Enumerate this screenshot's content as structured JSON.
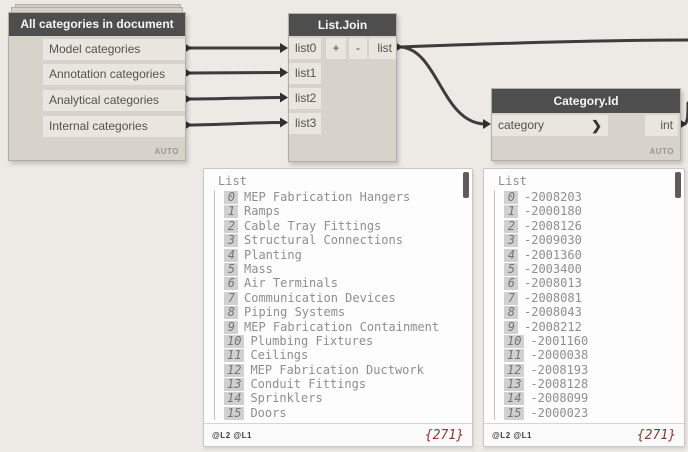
{
  "nodes": {
    "all_categories": {
      "title": "All categories in document",
      "outputs": [
        "Model categories",
        "Annotation categories",
        "Analytical categories",
        "Internal categories"
      ],
      "lacing": "AUTO"
    },
    "list_join": {
      "title": "List.Join",
      "inputs": [
        "list0",
        "list1",
        "list2",
        "list3"
      ],
      "add_button": "+",
      "remove_button": "-",
      "output": "list"
    },
    "category_id": {
      "title": "Category.Id",
      "input": "category",
      "chevron": "❯",
      "output": "int",
      "lacing": "AUTO"
    }
  },
  "previews": {
    "categories": {
      "root_label": "List",
      "items": [
        {
          "index": "0",
          "value": "MEP Fabrication Hangers"
        },
        {
          "index": "1",
          "value": "Ramps"
        },
        {
          "index": "2",
          "value": "Cable Tray Fittings"
        },
        {
          "index": "3",
          "value": "Structural Connections"
        },
        {
          "index": "4",
          "value": "Planting"
        },
        {
          "index": "5",
          "value": "Mass"
        },
        {
          "index": "6",
          "value": "Air Terminals"
        },
        {
          "index": "7",
          "value": "Communication Devices"
        },
        {
          "index": "8",
          "value": "Piping Systems"
        },
        {
          "index": "9",
          "value": "MEP Fabrication Containment"
        },
        {
          "index": "10",
          "value": "Plumbing Fixtures"
        },
        {
          "index": "11",
          "value": "Ceilings"
        },
        {
          "index": "12",
          "value": "MEP Fabrication Ductwork"
        },
        {
          "index": "13",
          "value": "Conduit Fittings"
        },
        {
          "index": "14",
          "value": "Sprinklers"
        },
        {
          "index": "15",
          "value": "Doors"
        }
      ],
      "levels": "@L2 @L1",
      "count": "{271}"
    },
    "ids": {
      "root_label": "List",
      "items": [
        {
          "index": "0",
          "value": "-2008203"
        },
        {
          "index": "1",
          "value": "-2000180"
        },
        {
          "index": "2",
          "value": "-2008126"
        },
        {
          "index": "3",
          "value": "-2009030"
        },
        {
          "index": "4",
          "value": "-2001360"
        },
        {
          "index": "5",
          "value": "-2003400"
        },
        {
          "index": "6",
          "value": "-2008013"
        },
        {
          "index": "7",
          "value": "-2008081"
        },
        {
          "index": "8",
          "value": "-2008043"
        },
        {
          "index": "9",
          "value": "-2008212"
        },
        {
          "index": "10",
          "value": "-2001160"
        },
        {
          "index": "11",
          "value": "-2000038"
        },
        {
          "index": "12",
          "value": "-2008193"
        },
        {
          "index": "13",
          "value": "-2008128"
        },
        {
          "index": "14",
          "value": "-2008099"
        },
        {
          "index": "15",
          "value": "-2000023"
        }
      ],
      "levels": "@L2 @L1",
      "count": "{271}"
    }
  },
  "colors": {
    "canvas_bg": "#edeae6",
    "node_header_bg": "#4e4e4e",
    "node_body_bg": "#d7d3cb",
    "port_bg": "#e9e6e0",
    "wire": "#3c3c3c",
    "count_text": "#8c3434"
  }
}
